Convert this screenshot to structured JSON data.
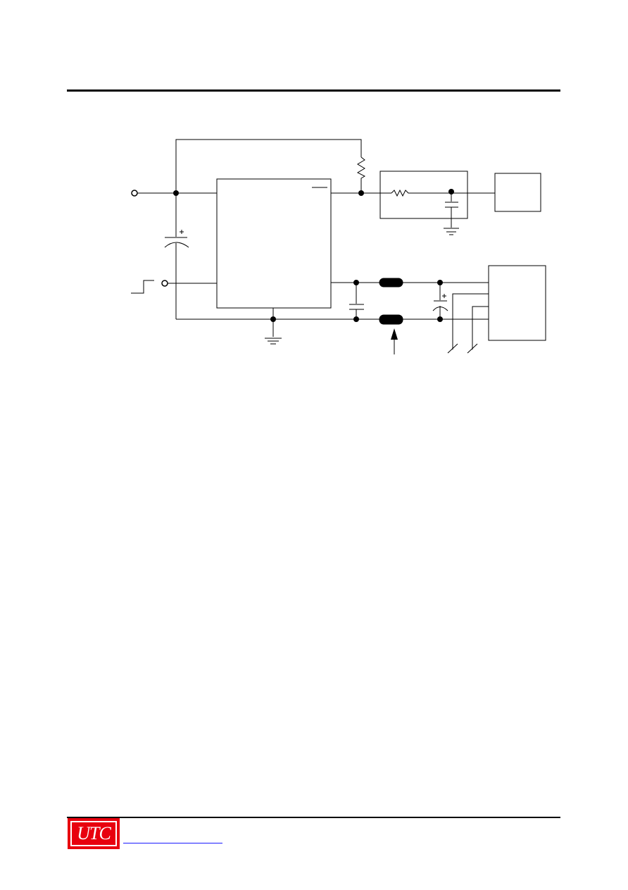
{
  "header": {},
  "logo": {
    "text": "UTC",
    "color": "#e8000e"
  },
  "footer": {
    "link_text": ""
  },
  "schematic": {
    "components": [
      "resistor-pullup",
      "rc-filter",
      "input-capacitor",
      "output-capacitor",
      "bypass-capacitor",
      "ferrite-bead-top",
      "ferrite-bead-bottom",
      "ground-symbol",
      "regulator-ic",
      "load-block",
      "connector-block"
    ]
  }
}
